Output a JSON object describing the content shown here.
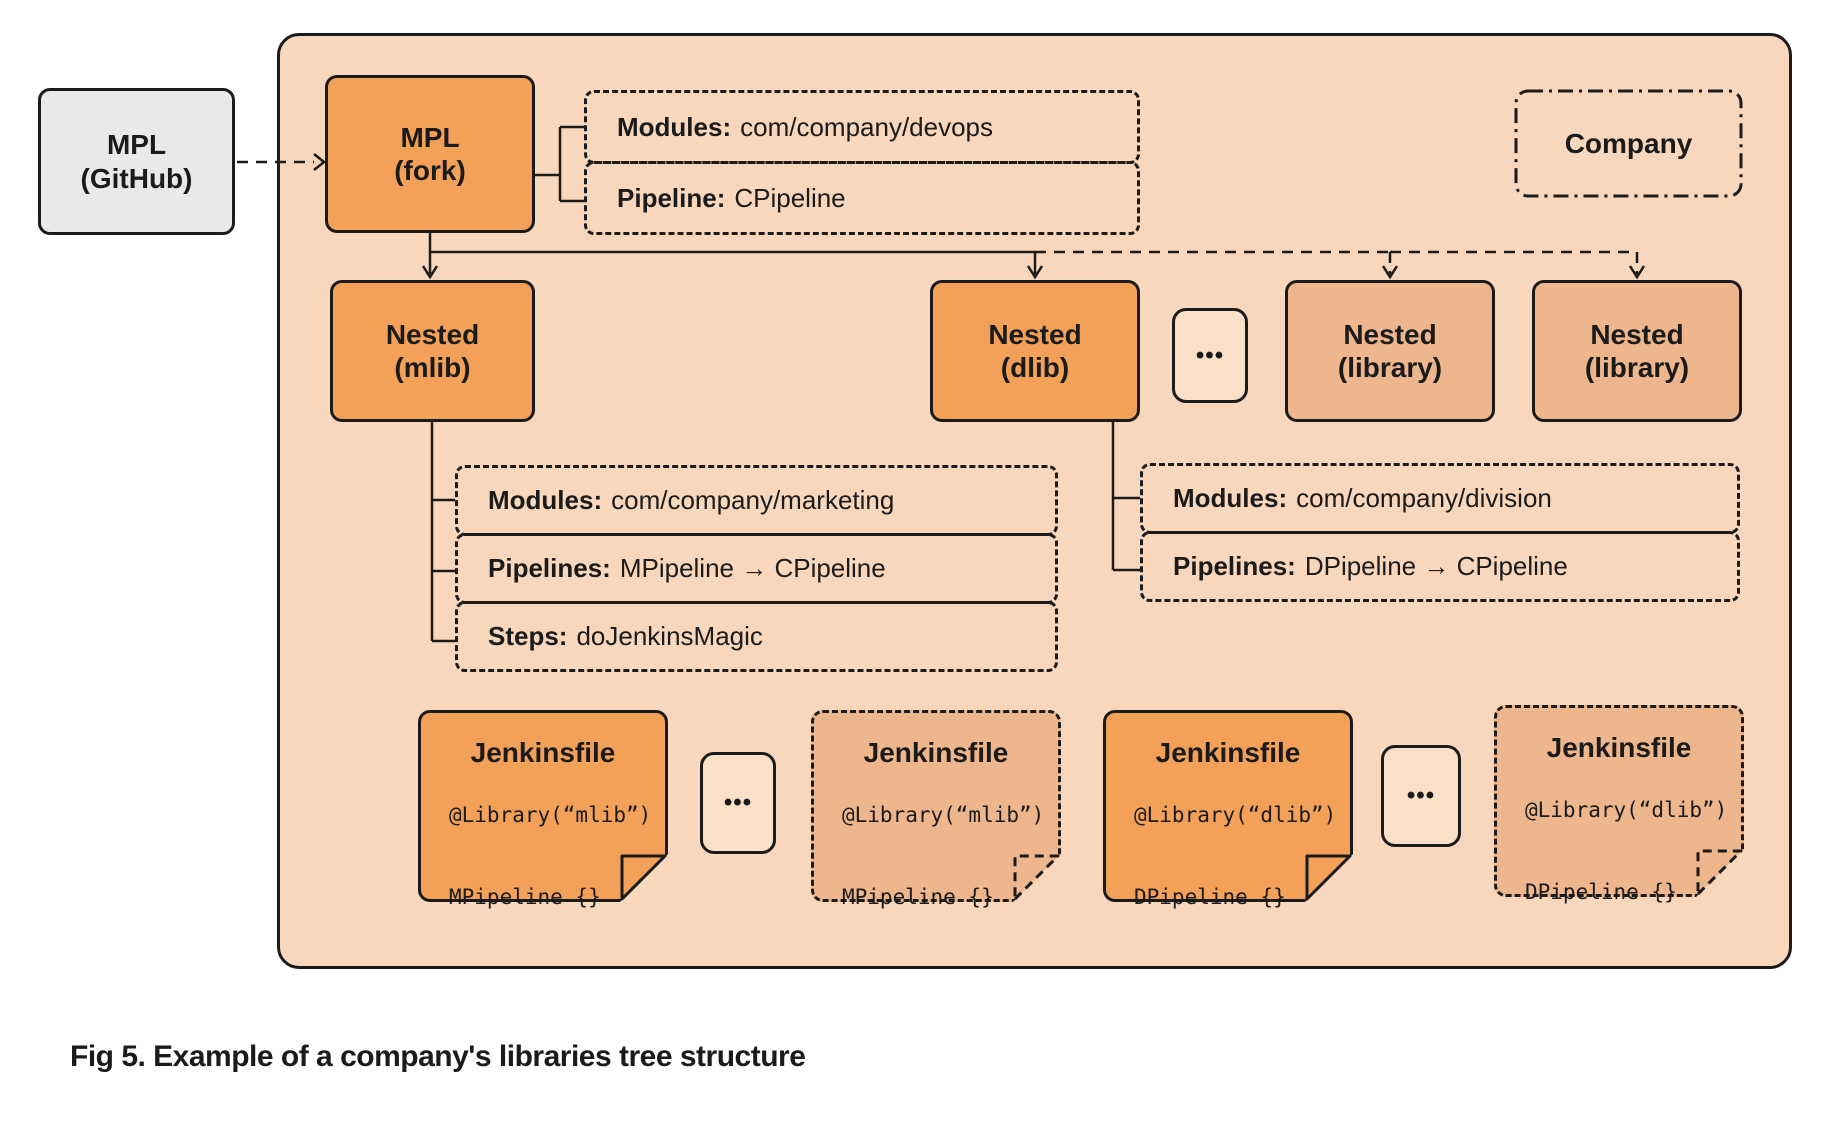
{
  "caption": "Fig 5. Example of a company's libraries tree structure",
  "colors": {
    "canvas_bg": "#ffffff",
    "container_fill": "#f8d7bc",
    "orange": "#f3a159",
    "medium_orange": "#eeb68c",
    "ellipsis_fill": "#fae0c6",
    "gray_fill": "#e9e9e9",
    "ink": "#1b1b1b"
  },
  "github_box": {
    "line1": "MPL",
    "line2": "(GitHub)"
  },
  "company_box": {
    "label": "Company"
  },
  "fork_box": {
    "line1": "MPL",
    "line2": "(fork)"
  },
  "fork_details": [
    {
      "label": "Modules:",
      "value": "com/company/devops"
    },
    {
      "label": "Pipeline:",
      "value": "CPipeline"
    }
  ],
  "nested": {
    "mlib": {
      "line1": "Nested",
      "line2": "(mlib)"
    },
    "dlib": {
      "line1": "Nested",
      "line2": "(dlib)"
    },
    "lib1": {
      "line1": "Nested",
      "line2": "(library)"
    },
    "lib2": {
      "line1": "Nested",
      "line2": "(library)"
    },
    "ellipsis": "•••"
  },
  "mlib_details": [
    {
      "label": "Modules:",
      "value": "com/company/marketing"
    },
    {
      "label": "Pipelines:",
      "value": "MPipeline → CPipeline"
    },
    {
      "label": "Steps:",
      "value": "doJenkinsMagic"
    }
  ],
  "dlib_details": [
    {
      "label": "Modules:",
      "value": "com/company/division"
    },
    {
      "label": "Pipelines:",
      "value": "DPipeline → CPipeline"
    }
  ],
  "jenkins_row_ellipsis": [
    "•••",
    "•••"
  ],
  "jenkinsfiles": [
    {
      "title": "Jenkinsfile",
      "code_line1": "@Library(“mlib”)",
      "code_line2": "MPipeline {}"
    },
    {
      "title": "Jenkinsfile",
      "code_line1": "@Library(“mlib”)",
      "code_line2": "MPipeline {}"
    },
    {
      "title": "Jenkinsfile",
      "code_line1": "@Library(“dlib”)",
      "code_line2": "DPipeline {}"
    },
    {
      "title": "Jenkinsfile",
      "code_line1": "@Library(“dlib”)",
      "code_line2": "DPipeline {}"
    }
  ]
}
